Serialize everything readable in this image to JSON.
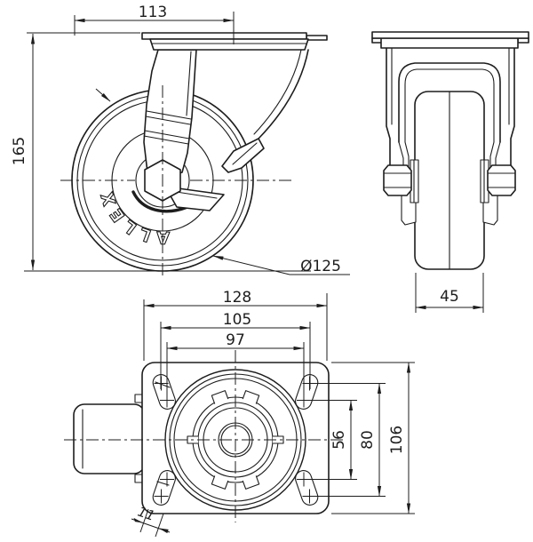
{
  "drawing": {
    "brand_text": "ALLEX",
    "colors": {
      "line": "#1d1d1d",
      "background": "#ffffff"
    },
    "side_view": {
      "dim_top_width": "113",
      "dim_overall_height": "165",
      "dim_wheel_diameter": "Ø125"
    },
    "front_view": {
      "dim_wheel_width": "45"
    },
    "plan_view": {
      "dim_plate_length": "128",
      "dim_hole_span_outer": "105",
      "dim_hole_span_inner": "97",
      "dim_hole_pitch_inner": "56",
      "dim_hole_pitch_outer": "80",
      "dim_plate_width": "106",
      "dim_slot_width": "11"
    }
  }
}
